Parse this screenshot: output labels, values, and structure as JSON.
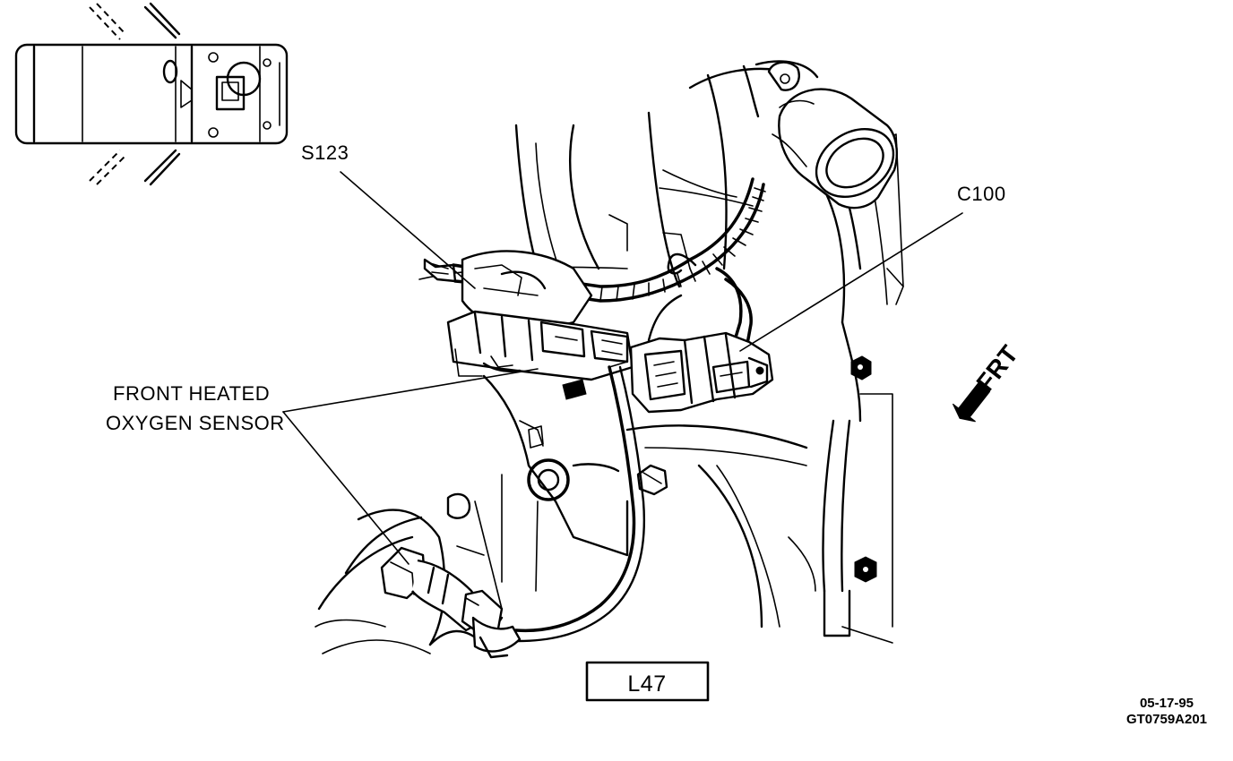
{
  "labels": {
    "splice": "S123",
    "connector": "C100",
    "sensor_line1": "FRONT HEATED",
    "sensor_line2": "OXYGEN SENSOR",
    "direction": "FRT",
    "engine_code": "L47"
  },
  "footer": {
    "date": "05-17-95",
    "figure_id": "GT0759A201"
  },
  "icons": {
    "vehicle_locator": "vehicle-top-view-icon",
    "direction_arrow": "front-arrow-icon"
  }
}
